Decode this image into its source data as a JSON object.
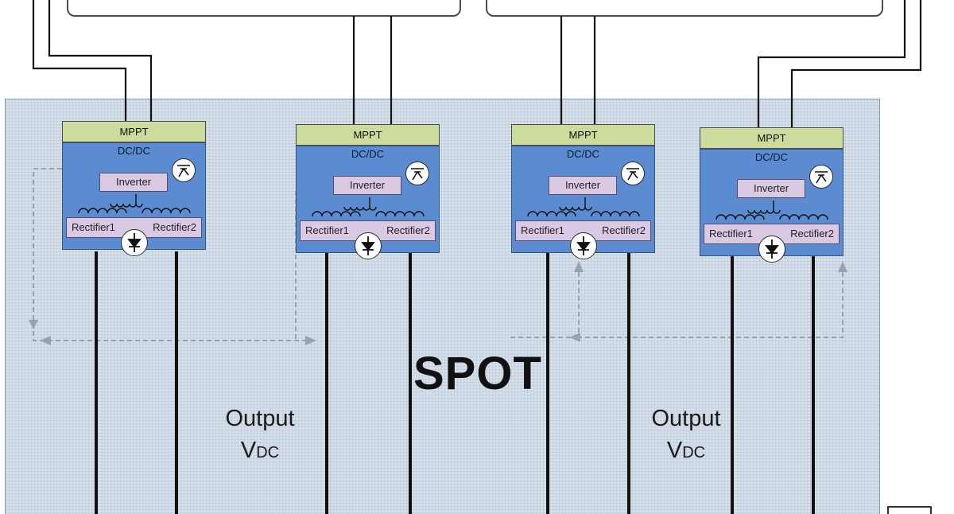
{
  "diagram": {
    "title": "SPOT",
    "output_labels": [
      {
        "line1": "Output",
        "line2": "V",
        "sub": "DC"
      },
      {
        "line1": "Output",
        "line2": "V",
        "sub": "DC"
      }
    ],
    "modules": [
      {
        "mppt": "MPPT",
        "dcdc": "DC/DC",
        "inverter": "Inverter",
        "rectifier1": "Rectifier1",
        "rectifier2": "Rectifier2"
      },
      {
        "mppt": "MPPT",
        "dcdc": "DC/DC",
        "inverter": "Inverter",
        "rectifier1": "Rectifier1",
        "rectifier2": "Rectifier2"
      },
      {
        "mppt": "MPPT",
        "dcdc": "DC/DC",
        "inverter": "Inverter",
        "rectifier1": "Rectifier1",
        "rectifier2": "Rectifier2"
      },
      {
        "mppt": "MPPT",
        "dcdc": "DC/DC",
        "inverter": "Inverter",
        "rectifier1": "Rectifier1",
        "rectifier2": "Rectifier2"
      }
    ],
    "colors": {
      "panel": "#d6e0ea",
      "mppt": "#cbdc9c",
      "dcdc": "#5b8bd0",
      "inverter": "#d9c9e3",
      "wire": "#111111",
      "feedback": "#9aa3ad"
    }
  }
}
